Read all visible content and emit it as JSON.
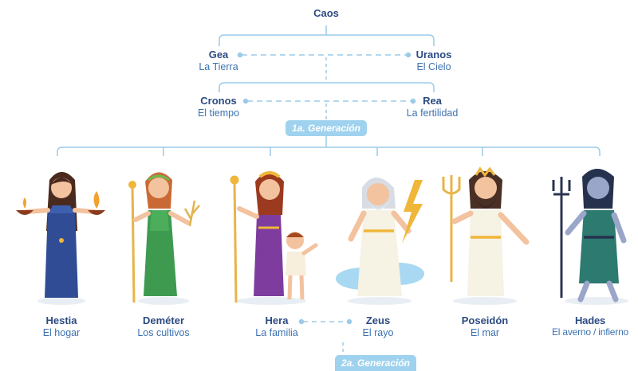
{
  "tree": {
    "root": {
      "name": "Caos"
    },
    "gen0": {
      "left": {
        "name": "Gea",
        "domain": "La Tierra"
      },
      "right": {
        "name": "Uranos",
        "domain": "El Cielo"
      }
    },
    "titans": {
      "left": {
        "name": "Cronos",
        "domain": "El tiempo"
      },
      "right": {
        "name": "Rea",
        "domain": "La fertilidad"
      }
    },
    "gen1_label": "1a. Generación",
    "gods": [
      {
        "name": "Hestia",
        "domain": "El hogar",
        "icon": "hestia-figure-icon"
      },
      {
        "name": "Deméter",
        "domain": "Los cultivos",
        "icon": "demeter-figure-icon"
      },
      {
        "name": "Hera",
        "domain": "La familia",
        "icon": "hera-figure-icon"
      },
      {
        "name": "Zeus",
        "domain": "El rayo",
        "icon": "zeus-figure-icon"
      },
      {
        "name": "Poseidón",
        "domain": "El mar",
        "icon": "poseidon-figure-icon"
      },
      {
        "name": "Hades",
        "domain": "El averno / infierno",
        "icon": "hades-figure-icon"
      }
    ],
    "gen2_label": "2a. Generación"
  },
  "colors": {
    "line": "#9ccbe8",
    "name": "#2c4a82",
    "domain": "#3d72b0",
    "badge": "#9fd2ee"
  }
}
